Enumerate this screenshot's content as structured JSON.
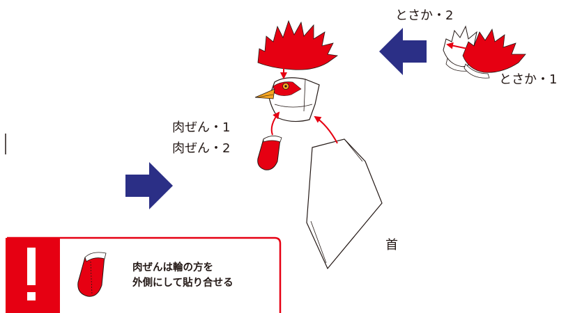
{
  "labels": {
    "tosaka_2": "とさか・2",
    "tosaka_1": "とさか・1",
    "nikuzen_1": "肉ぜん・1",
    "nikuzen_2": "肉ぜん・2",
    "kubi": "首"
  },
  "note": {
    "line1": "肉ぜんは輪の方を",
    "line2": "外側にして貼り合せる"
  },
  "colors": {
    "red": "#e60012",
    "navy": "#2b2f86",
    "beak": "#f5a623",
    "outline": "#231815"
  }
}
